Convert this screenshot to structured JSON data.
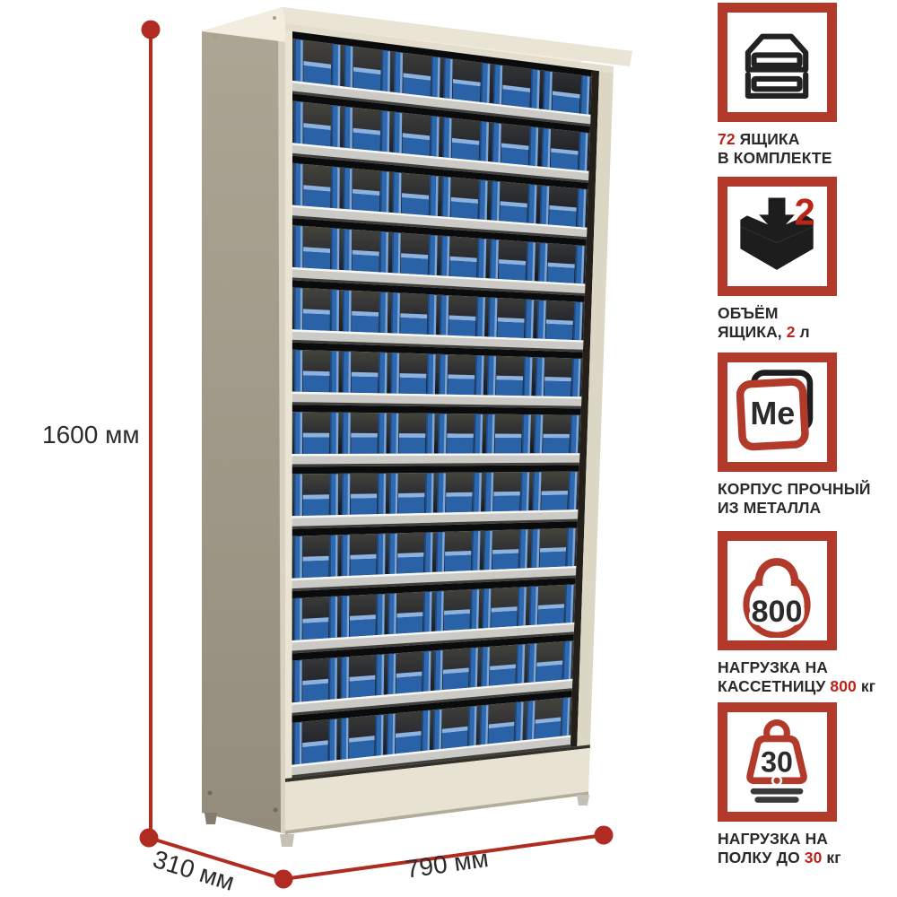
{
  "dimensions": {
    "height": "1600 мм",
    "depth": "310 мм",
    "width": "790 мм"
  },
  "cabinet": {
    "rows": 12,
    "columns": 6,
    "drawers_total": 72
  },
  "features": [
    {
      "name": "drawers-included",
      "icon": "stacked-drawers-icon",
      "lines": [
        [
          {
            "t": "72",
            "accent": true
          },
          {
            "t": " ЯЩИКА",
            "accent": false
          }
        ],
        [
          {
            "t": "В КОМПЛЕКТЕ",
            "accent": false
          }
        ]
      ]
    },
    {
      "name": "drawer-volume",
      "icon": "box-volume-icon",
      "icon_value": "2",
      "lines": [
        [
          {
            "t": "ОБЪЁМ",
            "accent": false
          }
        ],
        [
          {
            "t": "ЯЩИКА, ",
            "accent": false
          },
          {
            "t": "2",
            "accent": true
          },
          {
            "t": " л",
            "accent": false
          }
        ]
      ]
    },
    {
      "name": "metal-body",
      "icon": "metal-me-icon",
      "icon_value": "Me",
      "lines": [
        [
          {
            "t": "КОРПУС ПРОЧНЫЙ",
            "accent": false
          }
        ],
        [
          {
            "t": "ИЗ МЕТАЛЛА",
            "accent": false
          }
        ]
      ]
    },
    {
      "name": "cabinet-load",
      "icon": "kettlebell-icon",
      "icon_value": "800",
      "lines": [
        [
          {
            "t": "НАГРУЗКА НА",
            "accent": false
          }
        ],
        [
          {
            "t": "КАССЕТНИЦУ ",
            "accent": false
          },
          {
            "t": "800",
            "accent": true
          },
          {
            "t": " кг",
            "accent": false
          }
        ]
      ]
    },
    {
      "name": "shelf-load",
      "icon": "weight-icon",
      "icon_value": "30",
      "lines": [
        [
          {
            "t": "НАГРУЗКА НА",
            "accent": false
          }
        ],
        [
          {
            "t": "ПОЛКУ ДО ",
            "accent": false
          },
          {
            "t": "30",
            "accent": true
          },
          {
            "t": " кг",
            "accent": false
          }
        ]
      ]
    }
  ],
  "colors": {
    "accent_red": "#bb2418",
    "icon_border": "#b13a2b",
    "dimension_line": "#b02b21",
    "drawer_blue": "#2e69b0",
    "drawer_blue_light": "#7ca6d8",
    "drawer_panel": "#2a62a8",
    "drawer_panel_bevel": "#8db2e0",
    "cabinet_cream": "#e9e4d4",
    "side_taupe": "#a8a090",
    "shelf_gray": "#cbcac6"
  }
}
